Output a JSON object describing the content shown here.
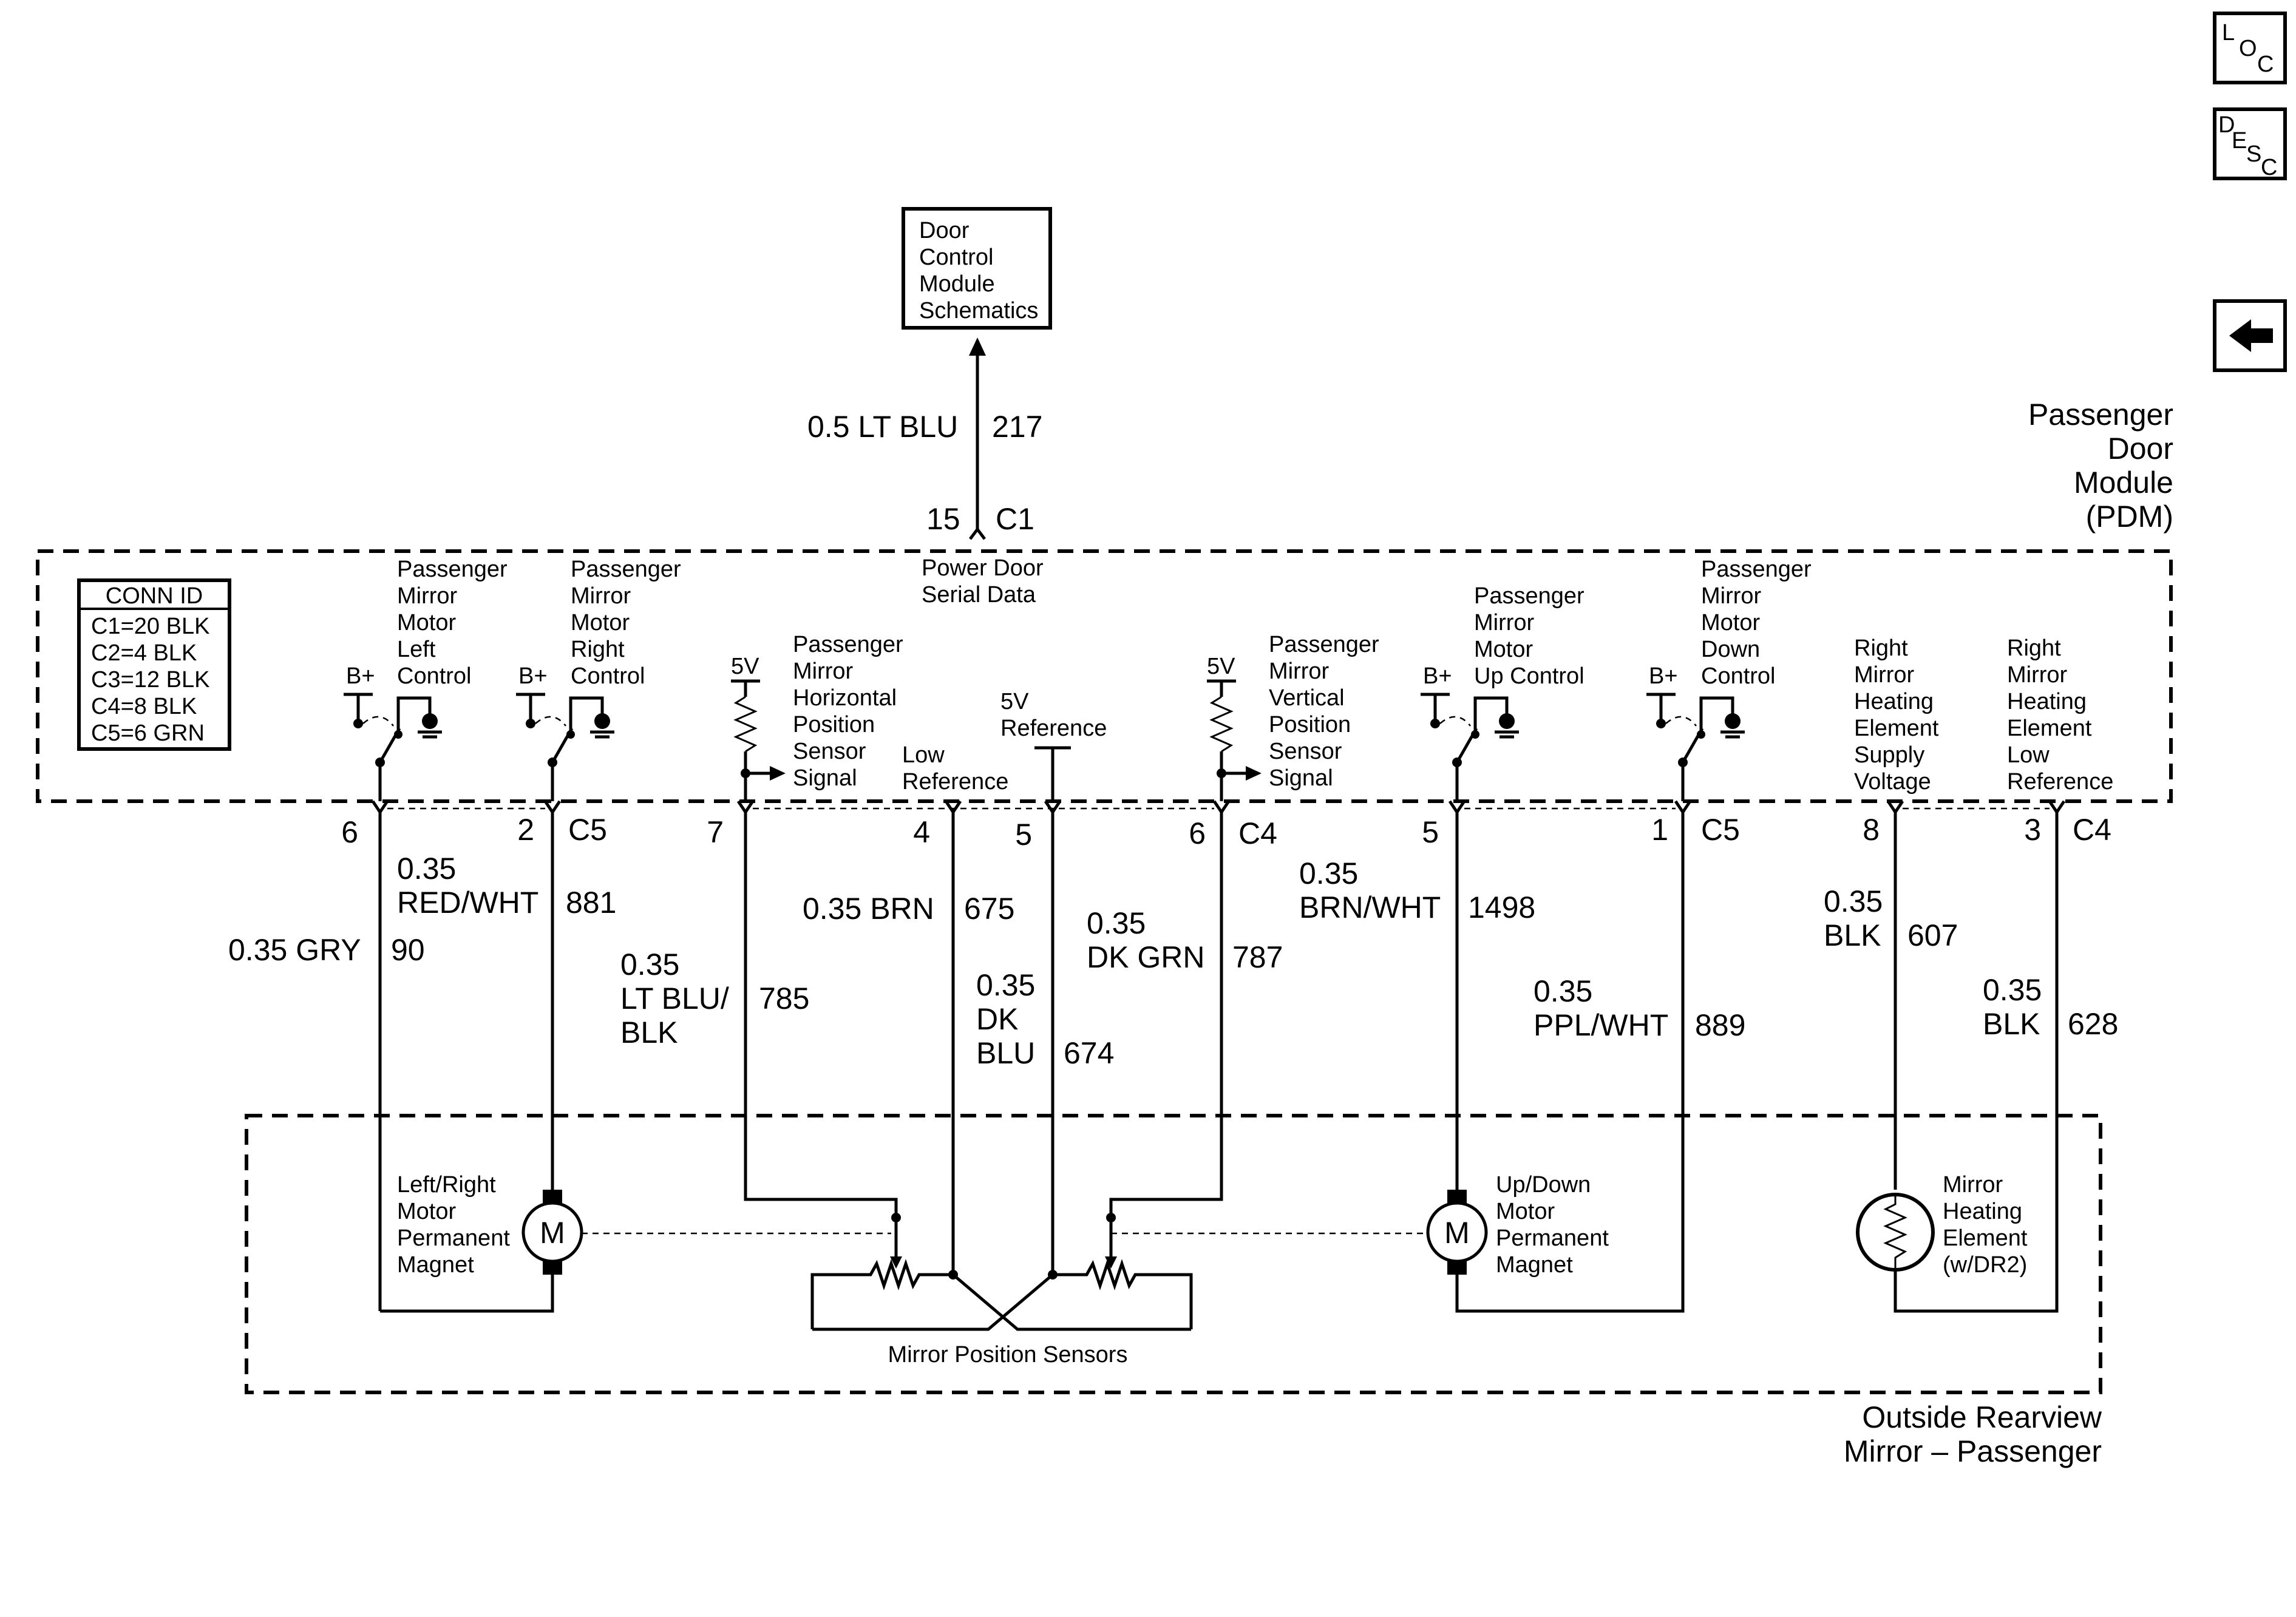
{
  "nav": {
    "loc": {
      "l1": "L",
      "l2": "O",
      "l3": "C"
    },
    "desc": {
      "l1": "D",
      "l2": "E",
      "l3": "S",
      "l4": "C"
    }
  },
  "dcm_box": [
    "Door",
    "Control",
    "Module",
    "Schematics"
  ],
  "top_wire": {
    "gauge_color": "0.5 LT BLU",
    "circuit": "217",
    "pin": "15",
    "connector": "C1"
  },
  "serial": [
    "Power Door",
    "Serial Data"
  ],
  "pdm_title": [
    "Passenger",
    "Door",
    "Module",
    "(PDM)"
  ],
  "conn_id": {
    "header": "CONN ID",
    "rows": [
      "C1=20 BLK",
      "C2=4 BLK",
      "C3=12 BLK",
      "C4=8 BLK",
      "C5=6 GRN"
    ]
  },
  "bplus": "B+",
  "five_v": "5V",
  "labels": {
    "left_ctrl": [
      "Passenger",
      "Mirror",
      "Motor",
      "Left",
      "Control"
    ],
    "right_ctrl": [
      "Passenger",
      "Mirror",
      "Motor",
      "Right",
      "Control"
    ],
    "horiz_sensor": [
      "Passenger",
      "Mirror",
      "Horizontal",
      "Position",
      "Sensor",
      "Signal"
    ],
    "low_ref": [
      "Low",
      "Reference"
    ],
    "ref_5v": [
      "5V",
      "Reference"
    ],
    "vert_sensor": [
      "Passenger",
      "Mirror",
      "Vertical",
      "Position",
      "Sensor",
      "Signal"
    ],
    "up_ctrl": [
      "Passenger",
      "Mirror",
      "Motor",
      "Up Control"
    ],
    "down_ctrl": [
      "Passenger",
      "Mirror",
      "Motor",
      "Down",
      "Control"
    ],
    "heat_supply": [
      "Right",
      "Mirror",
      "Heating",
      "Element",
      "Supply",
      "Voltage"
    ],
    "heat_low": [
      "Right",
      "Mirror",
      "Heating",
      "Element",
      "Low",
      "Reference"
    ]
  },
  "pins": {
    "p6": "6",
    "p2": "2",
    "c5a": "C5",
    "p7": "7",
    "p4": "4",
    "p5a": "5",
    "p6b": "6",
    "c4a": "C4",
    "p5b": "5",
    "p1": "1",
    "c5b": "C5",
    "p8": "8",
    "p3": "3",
    "c4b": "C4"
  },
  "wires": {
    "gry": {
      "gauge": "0.35 GRY",
      "circuit": "90"
    },
    "redwht": {
      "gauge": "0.35",
      "color": "RED/WHT",
      "circuit": "881"
    },
    "ltblu": {
      "gauge": "0.35",
      "color1": "LT BLU/",
      "color2": "BLK",
      "circuit": "785"
    },
    "brn": {
      "gauge": "0.35 BRN",
      "circuit": "675"
    },
    "dkblu": {
      "gauge": "0.35",
      "color1": "DK",
      "color2": "BLU",
      "circuit": "674"
    },
    "dkgrn": {
      "gauge": "0.35",
      "color": "DK GRN",
      "circuit": "787"
    },
    "brnwht": {
      "gauge": "0.35",
      "color": "BRN/WHT",
      "circuit": "1498"
    },
    "pplwht": {
      "gauge": "0.35",
      "color": "PPL/WHT",
      "circuit": "889"
    },
    "blk607": {
      "gauge": "0.35",
      "color": "BLK",
      "circuit": "607"
    },
    "blk628": {
      "gauge": "0.35",
      "color": "BLK",
      "circuit": "628"
    }
  },
  "motor_letter": "M",
  "lr_motor": [
    "Left/Right",
    "Motor",
    "Permanent",
    "Magnet"
  ],
  "ud_motor": [
    "Up/Down",
    "Motor",
    "Permanent",
    "Magnet"
  ],
  "heater": [
    "Mirror",
    "Heating",
    "Element",
    "(w/DR2)"
  ],
  "sensors_label": "Mirror Position Sensors",
  "mirror_title": [
    "Outside Rearview",
    "Mirror – Passenger"
  ]
}
